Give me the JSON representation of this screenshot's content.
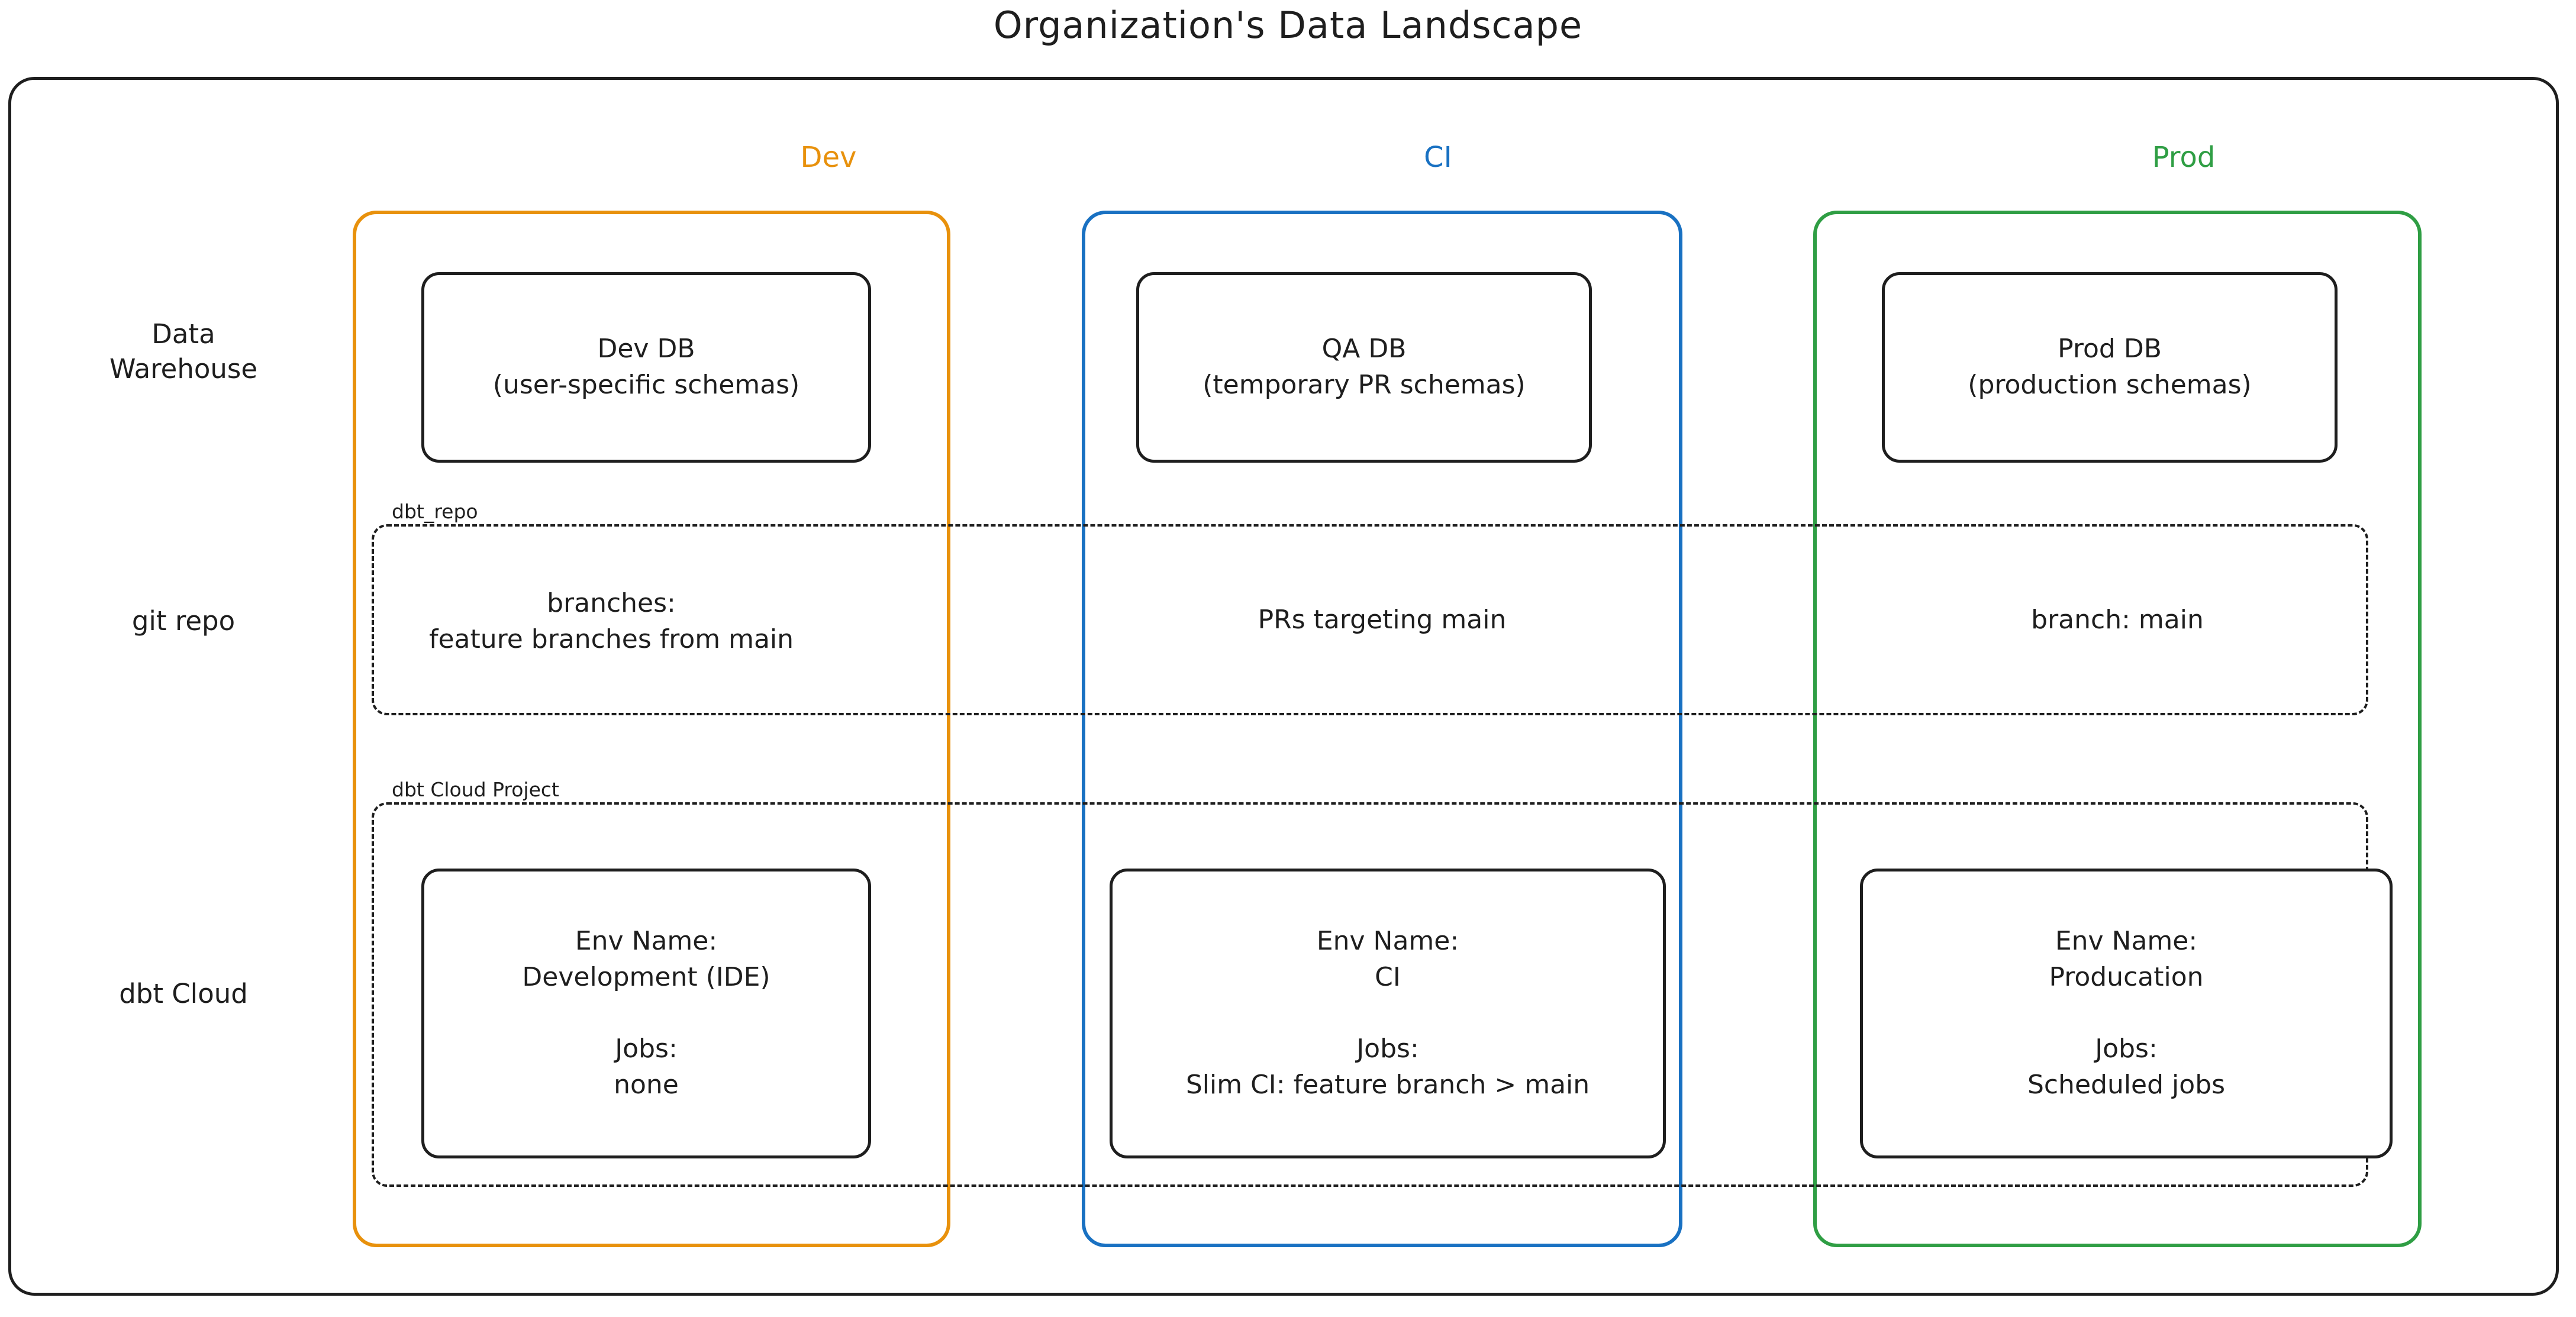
{
  "title": "Organization's Data Landscape",
  "colors": {
    "dev": "#e8910c",
    "ci": "#1971c2",
    "prod": "#2f9e44",
    "stroke": "#1e1e1e",
    "background": "#ffffff"
  },
  "environments": [
    {
      "key": "dev",
      "label": "Dev"
    },
    {
      "key": "ci",
      "label": "CI"
    },
    {
      "key": "prod",
      "label": "Prod"
    }
  ],
  "rows": [
    {
      "key": "warehouse",
      "label": "Data\nWarehouse"
    },
    {
      "key": "git",
      "label": "git repo"
    },
    {
      "key": "dbt_cloud",
      "label": "dbt Cloud"
    }
  ],
  "warehouse": {
    "dev": "Dev DB\n(user-specific schemas)",
    "ci": "QA DB\n(temporary PR schemas)",
    "prod": "Prod DB\n(production schemas)"
  },
  "git": {
    "band_label": "dbt_repo",
    "dev": "branches:\nfeature branches from main",
    "ci": "PRs targeting main",
    "prod": "branch: main"
  },
  "dbt_cloud": {
    "band_label": "dbt Cloud Project",
    "dev": "Env Name:\nDevelopment (IDE)\n\nJobs:\nnone",
    "ci": "Env Name:\nCI\n\nJobs:\nSlim CI: feature branch > main",
    "prod": "Env Name:\nProducation\n\nJobs:\nScheduled jobs"
  }
}
